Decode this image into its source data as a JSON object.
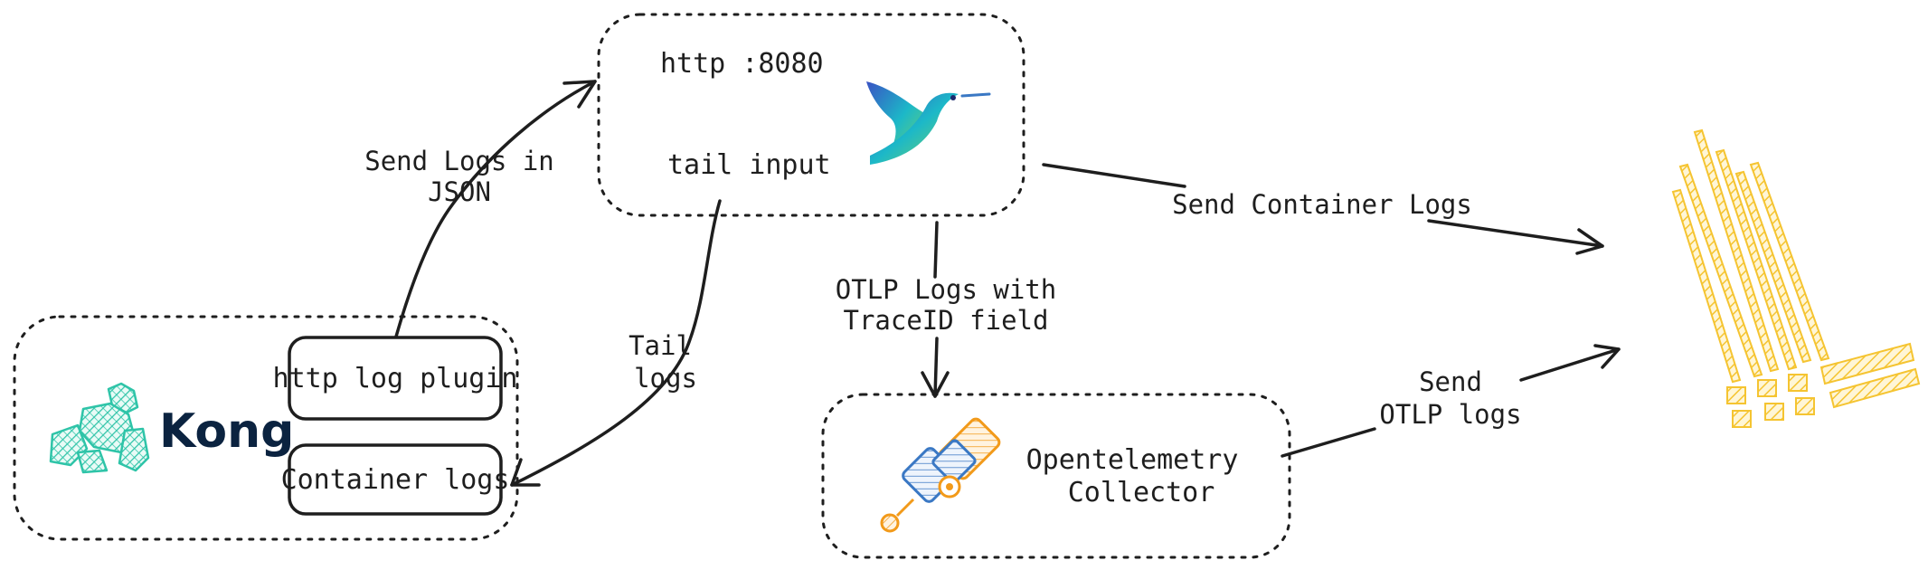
{
  "fluentbit": {
    "http_label": "http :8080",
    "tail_label": "tail input"
  },
  "kong": {
    "logo_text": "Kong",
    "http_plugin_label": "http log plugin",
    "container_logs_label": "Container logs"
  },
  "otel": {
    "label_line1": "Opentelemetry",
    "label_line2": "Collector"
  },
  "edges": {
    "send_json_line1": "Send Logs in",
    "send_json_line2": "JSON",
    "tail_logs_line1": "Tail",
    "tail_logs_line2": "logs",
    "otlp_line1": "OTLP Logs with",
    "otlp_line2": "TraceID field",
    "container_logs": "Send Container Logs",
    "send_otlp_line1": "Send",
    "send_otlp_line2": "OTLP logs"
  },
  "colors": {
    "loki_yellow": "#f5c431",
    "kong_teal": "#2ec4a8",
    "otel_orange": "#f29a1a",
    "otel_blue": "#3a78c4",
    "bird_teal": "#1cb8c8"
  }
}
